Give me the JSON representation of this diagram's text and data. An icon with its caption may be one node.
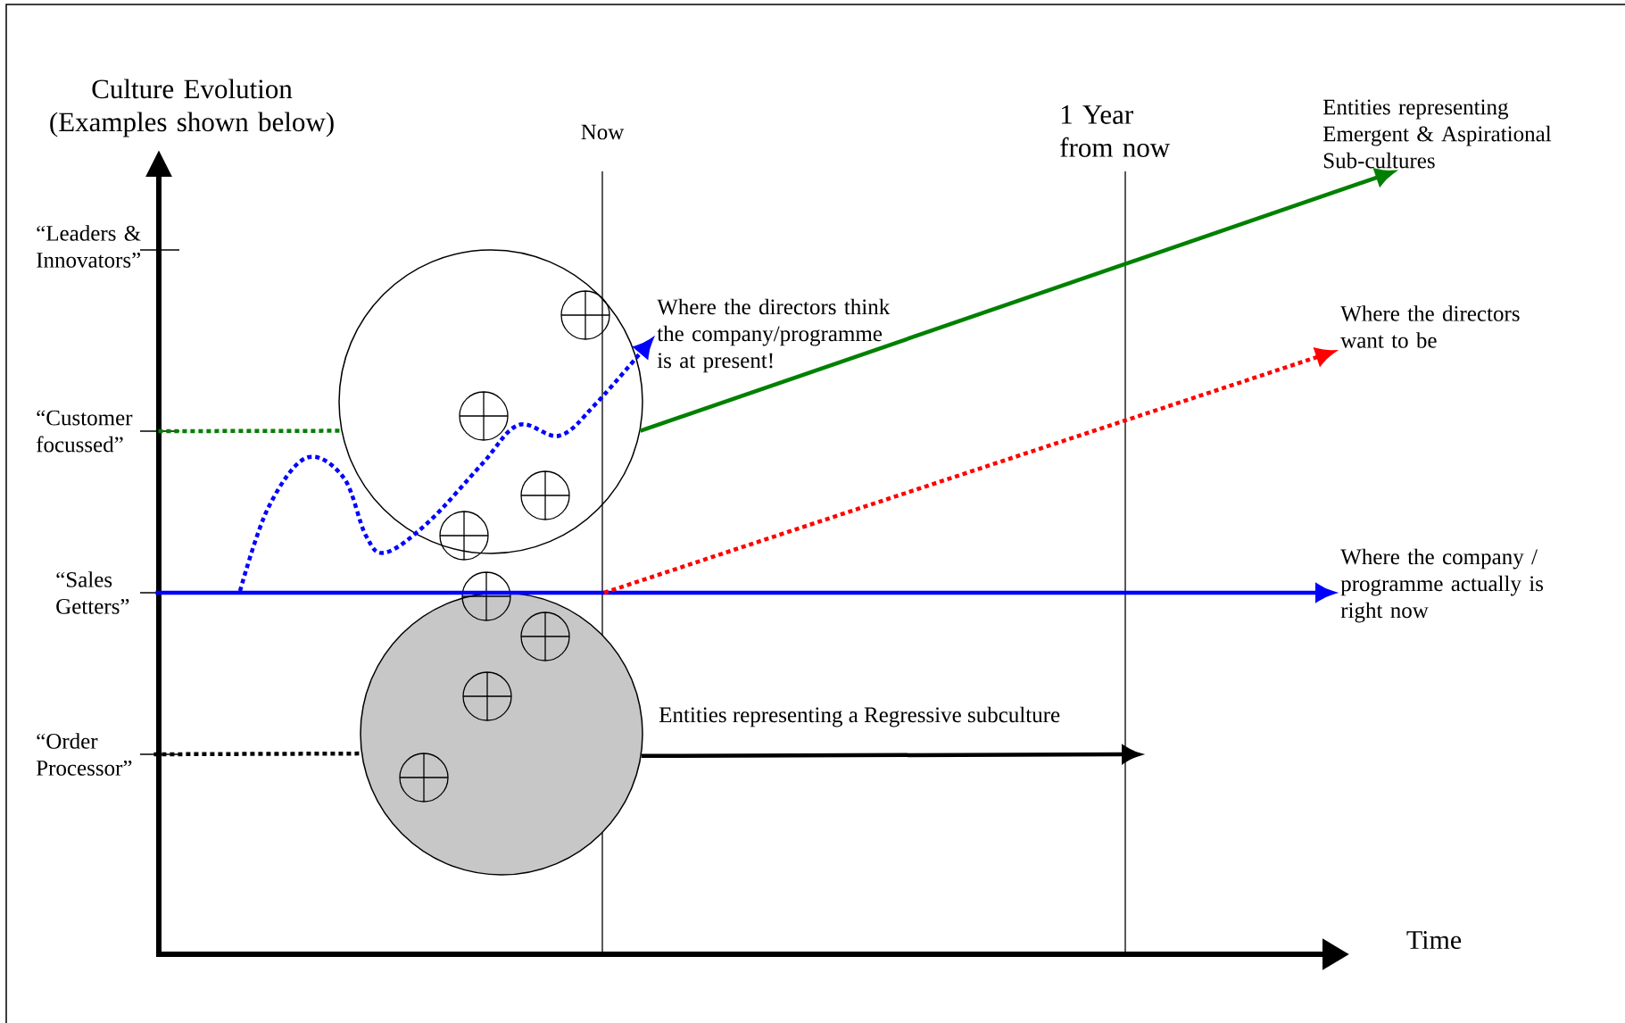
{
  "diagram": {
    "nodes": [
      {
        "text": [
          "“Customer focussed”"
        ]
      },
      {
        "text": [
          "“Sales Getters”"
        ]
      },
      {
        "text": [
          "“Order Processor”"
        ]
      },
      {
        "text": [],
        "shape": "circle"
      },
      {
        "text": [],
        "shape": "circle"
      },
      {
        "text": [
          "Where the directors think the company/programme is at present!"
        ]
      },
      {
        "text": [
          "Entities representing Emergent & Aspirational Sub-cultures"
        ]
      },
      {
        "text": [
          "Where the directors want to be"
        ]
      },
      {
        "text": [
          "Where the company / programme actually is right now"
        ]
      }
    ],
    "edges": [
      {
        "from": 0,
        "to": 3,
        "arrow": "none",
        "style": "dashed",
        "color": "#008000"
      },
      {
        "from": 2,
        "to": 4,
        "arrow": "none",
        "style": "dashed",
        "color": "#000000"
      },
      {
        "from": 3,
        "to": 6,
        "arrow": "to",
        "color": "#008000"
      },
      {
        "from": null,
        "to": 5,
        "arrow": "to",
        "style": "dashed",
        "color": "#0000ff"
      },
      {
        "from": 1,
        "to": 8,
        "arrow": "to",
        "color": "#0000ff"
      },
      {
        "from": null,
        "to": 7,
        "arrow": "to",
        "style": "dashed",
        "color": "#ff0000"
      },
      {
        "from": 4,
        "to": null,
        "arrow": "to",
        "color": "#000000",
        "label": "Entities representing a Regressive subculture"
      }
    ],
    "labels": [
      "Culture Evolution (Examples shown below)",
      "Now",
      "1 Year from now",
      "“Leaders & Innovators”",
      "Time"
    ]
  }
}
